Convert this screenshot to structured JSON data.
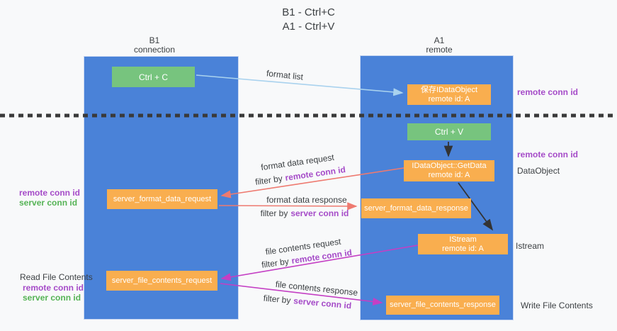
{
  "colors": {
    "background": "#f8f9fa",
    "column-blue": "#4a82d8",
    "box-orange": "#f9ae4f",
    "box-green": "#77c47e",
    "arrow-lightblue": "#a9d2ee",
    "arrow-salmon": "#ee7a70",
    "arrow-magenta": "#c43fc4",
    "arrow-black": "#333333",
    "text-dark": "#3c4043",
    "text-purple": "#a54bc8",
    "text-green": "#55b355",
    "box-text": "#ffffff"
  },
  "title": {
    "line1": "B1 - Ctrl+C",
    "line2": "A1 - Ctrl+V"
  },
  "lanes": {
    "left": {
      "name": "B1",
      "role": "connection"
    },
    "right": {
      "name": "A1",
      "role": "remote"
    }
  },
  "boxes": {
    "ctrl_c": {
      "label": "Ctrl + C"
    },
    "ctrl_v": {
      "label": "Ctrl + V"
    },
    "save_dataobject": {
      "line1": "保存IDataObject",
      "line2": "remote id: A"
    },
    "getdata": {
      "line1": "IDataObject::GetData",
      "line2": "remote id: A"
    },
    "istream": {
      "line1": "IStream",
      "line2": "remote id: A"
    },
    "server_format_data_request": {
      "label": "server_format_data_request"
    },
    "server_format_data_response": {
      "label": "server_format_data_response"
    },
    "server_file_contents_request": {
      "label": "server_file_contents_request"
    },
    "server_file_contents_response": {
      "label": "server_file_contents_response"
    }
  },
  "edge_labels": {
    "format_list": "format list",
    "format_data_request": "format data request",
    "format_data_response": "format data response",
    "file_contents_request": "file contents request",
    "file_contents_response": "file contents response",
    "filter_by": "filter by",
    "remote_conn_id": "remote conn id",
    "server_conn_id": "server conn id"
  },
  "side_labels": {
    "remote_conn_id": "remote conn id",
    "server_conn_id": "server conn id",
    "read_file_contents": "Read File Contents",
    "write_file_contents": "Write File Contents",
    "dataobject": "DataObject",
    "istream": "Istream"
  }
}
